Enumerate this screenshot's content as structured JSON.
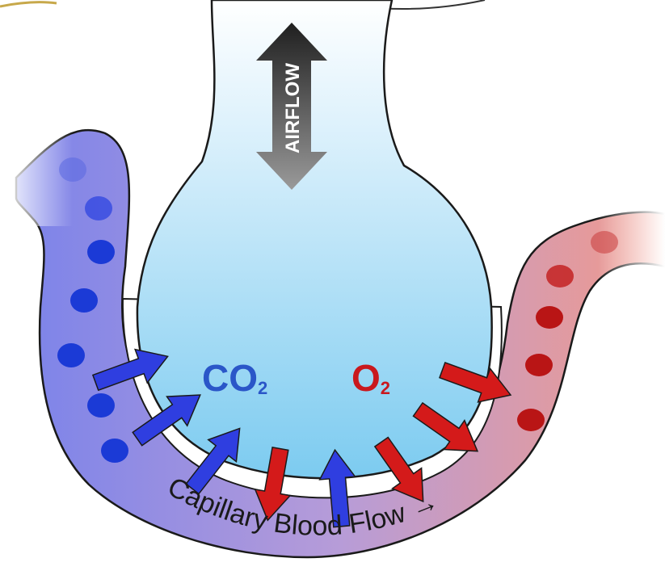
{
  "labels": {
    "airflow": "AIRFLOW",
    "co2_main": "CO",
    "co2_sub": "2",
    "o2_main": "O",
    "o2_sub": "2",
    "blood_flow": "Capillary Blood Flow",
    "blood_flow_arrow": "→"
  },
  "colors": {
    "deoxygenated_blood": "#7f8ce8",
    "oxygenated_blood": "#ef8e80",
    "alveolus_fill": "#8fd0f2",
    "co2_arrow": "#2f3ee0",
    "o2_arrow": "#d41a1a",
    "co2_text": "#2a56c8",
    "o2_text": "#c9181d",
    "airflow_arrow": "#333333",
    "outline": "#1a1a1a"
  },
  "icons": {
    "airflow_arrow": "double-headed-vertical-arrow",
    "gas_arrow": "block-arrow"
  }
}
